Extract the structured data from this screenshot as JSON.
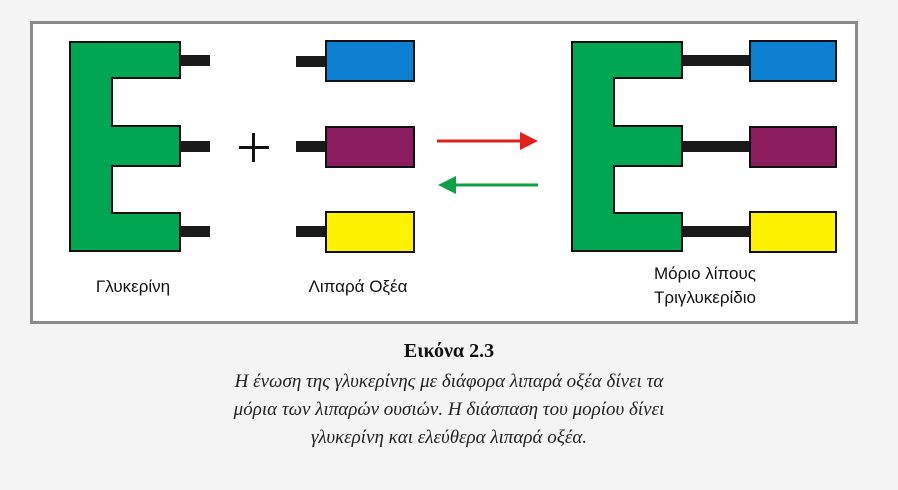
{
  "labels": {
    "glycerin": "Γλυκερίνη",
    "fatty_acids": "Λιπαρά Οξέα",
    "product_line1": "Μόριο λίπους",
    "product_line2": "Τριγλυκερίδιο",
    "plus": "+"
  },
  "caption": {
    "title": "Εικόνα 2.3",
    "line1": "Η ένωση της γλυκερίνης με διάφορα λιπαρά οξέα δίνει τα",
    "line2": "μόρια των λιπαρών ουσιών. Η διάσπαση του μορίου δίνει",
    "line3": "γλυκερίνη και ελεύθερα λιπαρά οξέα."
  },
  "colors": {
    "glycerin": "#00a651",
    "acid_blue": "#0d7fd0",
    "acid_purple": "#8b1d5f",
    "acid_yellow": "#fff200",
    "forward_arrow": "#e0201c",
    "reverse_arrow": "#10a045"
  }
}
